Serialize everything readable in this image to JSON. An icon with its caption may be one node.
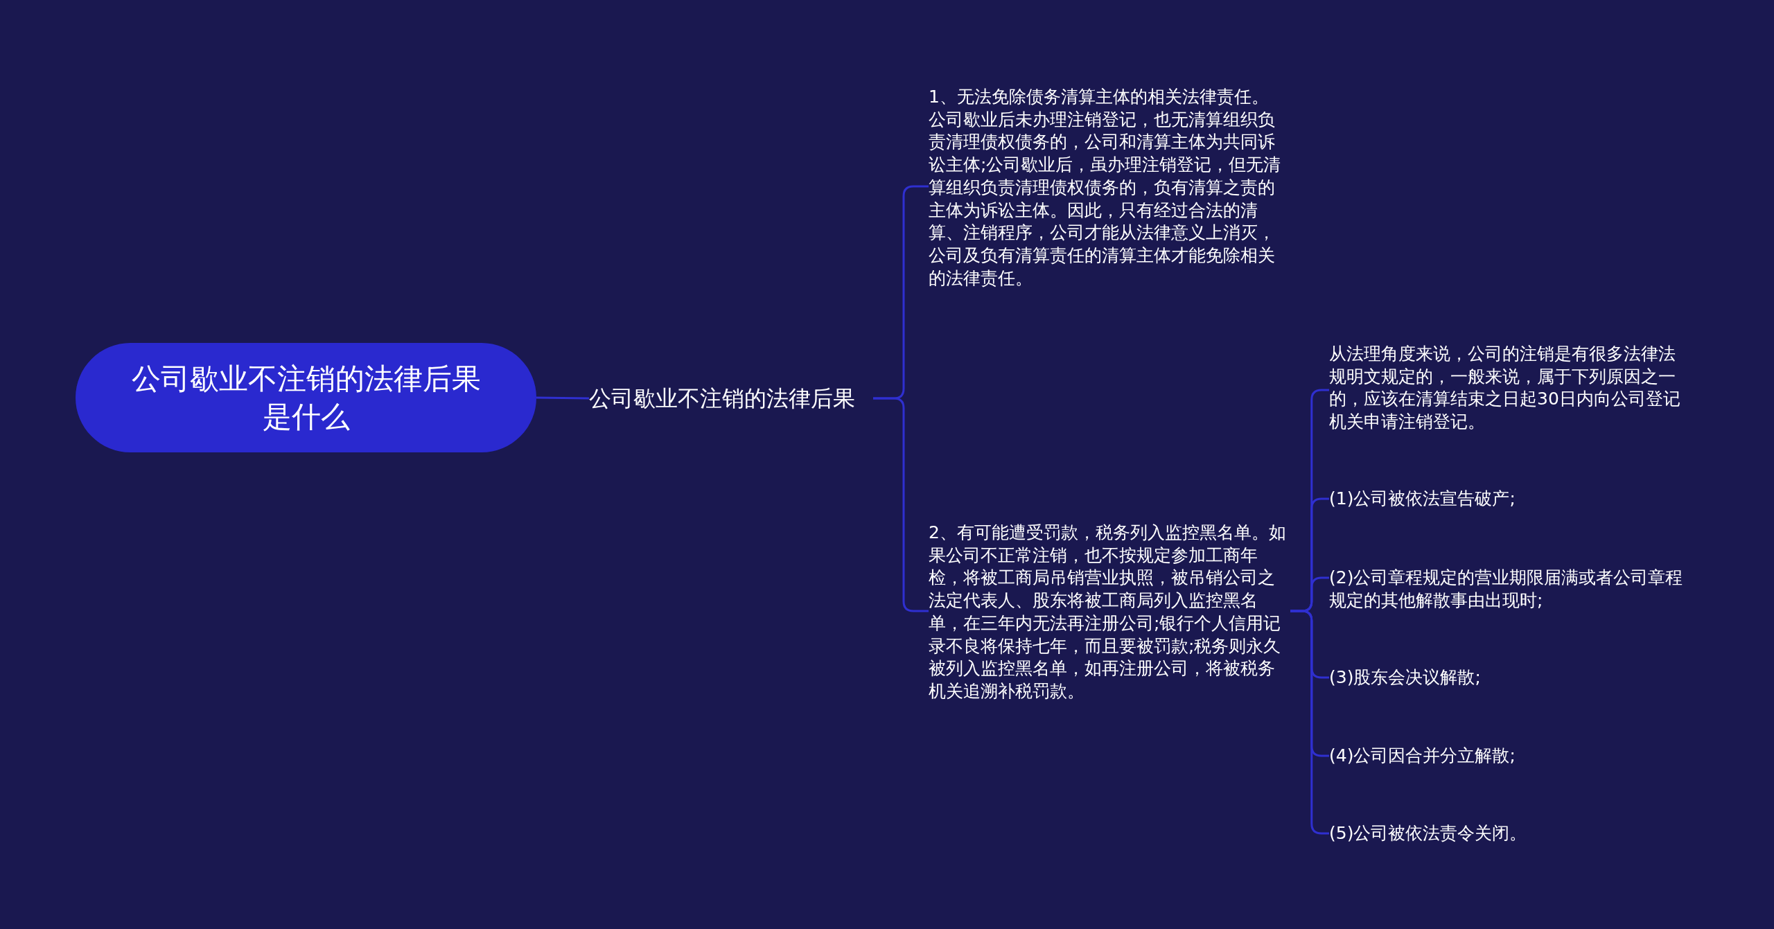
{
  "diagram": {
    "nodes": [
      {
        "text": [
          "公司歇业不注销的法律后果是什么"
        ]
      },
      {
        "text": [
          "公司歇业不注销的法律后果"
        ]
      },
      {
        "text": [
          "1、无法免除债务清算主体的相关法律责任。公司歇业后未办理注销登记，也无清算组织负责清理债权债务的，公司和清算主体为共同诉讼主体;公司歇业后，虽办理注销登记，但无清算组织负责清理债权债务的，负有清算之责的主体为诉讼主体。因此，只有经过合法的清算、注销程序，公司才能从法律意义上消灭，公司及负有清算责任的清算主体才能免除相关的法律责任。"
        ]
      },
      {
        "text": [
          "2、有可能遭受罚款，税务列入监控黑名单。如果公司不正常注销，也不按规定参加工商年检，将被工商局吊销营业执照，被吊销公司之法定代表人、股东将被工商局列入监控黑名单，在三年内无法再注册公司;银行个人信用记录不良将保持七年，而且要被罚款;税务则永久被列入监控黑名单，如再注册公司，将被税务机关追溯补税罚款。"
        ]
      },
      {
        "text": [
          "从法理角度来说，公司的注销是有很多法律法规明文规定的，一般来说，属于下列原因之一的，应该在清算结束之日起30日内向公司登记机关申请注销登记。"
        ]
      },
      {
        "text": [
          "(1)公司被依法宣告破产;"
        ]
      },
      {
        "text": [
          "(2)公司章程规定的营业期限届满或者公司章程规定的其他解散事由出现时;"
        ]
      },
      {
        "text": [
          "(3)股东会决议解散;"
        ]
      },
      {
        "text": [
          "(4)公司因合并分立解散;"
        ]
      },
      {
        "text": [
          "(5)公司被依法责令关闭。"
        ]
      }
    ],
    "edges": [
      {
        "from": 0,
        "to": 1,
        "arrow": "none"
      },
      {
        "from": 1,
        "to": 2,
        "arrow": "none"
      },
      {
        "from": 1,
        "to": 3,
        "arrow": "none"
      },
      {
        "from": 3,
        "to": 4,
        "arrow": "none"
      },
      {
        "from": 3,
        "to": 5,
        "arrow": "none"
      },
      {
        "from": 3,
        "to": 6,
        "arrow": "none"
      },
      {
        "from": 3,
        "to": 7,
        "arrow": "none"
      },
      {
        "from": 3,
        "to": 8,
        "arrow": "none"
      },
      {
        "from": 3,
        "to": 9,
        "arrow": "none"
      }
    ]
  }
}
